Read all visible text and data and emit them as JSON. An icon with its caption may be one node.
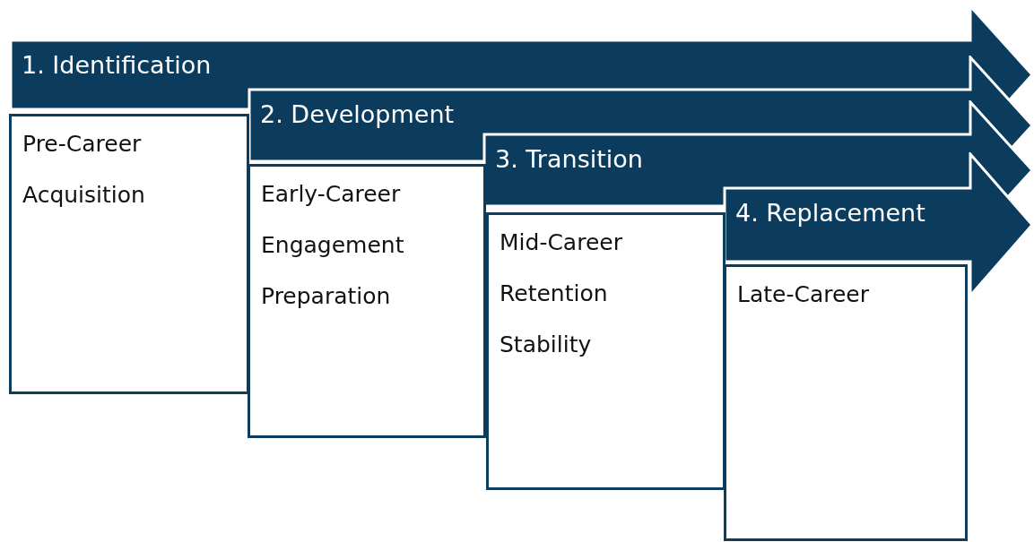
{
  "diagram": {
    "nodes": [
      {
        "text": [
          "1. Identification"
        ]
      },
      {
        "text": [
          "Pre-Career",
          "Acquisition"
        ]
      },
      {
        "text": [
          "2. Development"
        ]
      },
      {
        "text": [
          "Early-Career",
          "Engagement",
          "Preparation"
        ]
      },
      {
        "text": [
          "3. Transition"
        ]
      },
      {
        "text": [
          "Mid-Career",
          "Retention",
          "Stability"
        ]
      },
      {
        "text": [
          "4. Replacement"
        ]
      },
      {
        "text": [
          "Late-Career"
        ]
      }
    ]
  }
}
